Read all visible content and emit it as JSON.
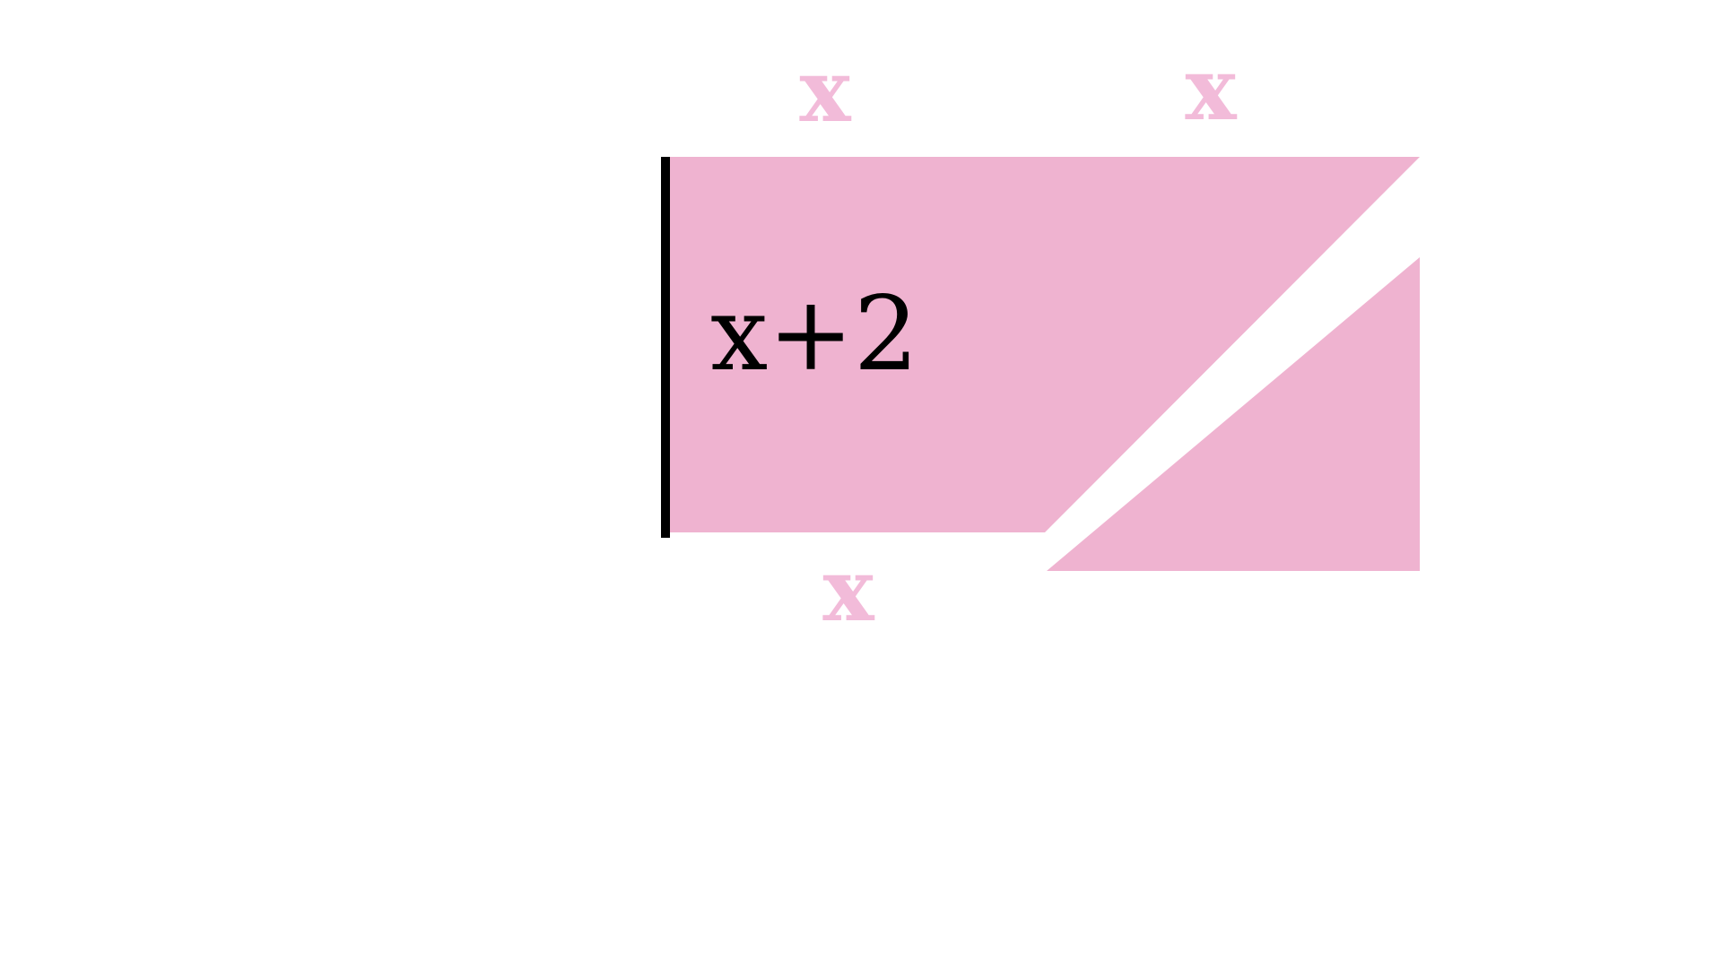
{
  "diagram": {
    "labels": {
      "top_left": "x",
      "top_right": "x",
      "bottom": "x",
      "left_side": "x+2"
    },
    "colors": {
      "shape_fill": "#EFB3D0",
      "label_pink": "#F2BBD9",
      "side_line": "#000000",
      "side_label": "#000000",
      "background": "#FFFFFF"
    }
  }
}
